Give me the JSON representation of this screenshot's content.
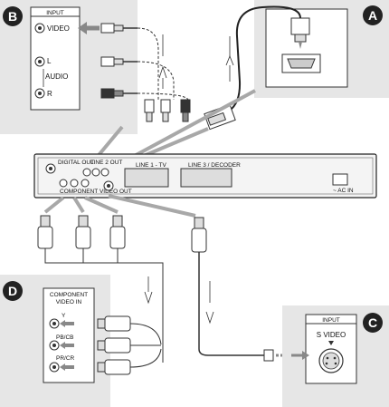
{
  "panels": {
    "A": {
      "letter": "A"
    },
    "B": {
      "letter": "B",
      "header": "INPUT",
      "video_label": "VIDEO",
      "l_label": "L",
      "audio_label": "AUDIO",
      "r_label": "R"
    },
    "C": {
      "letter": "C",
      "header": "INPUT",
      "svideo_label": "S VIDEO"
    },
    "D": {
      "letter": "D",
      "header_line1": "COMPONENT",
      "header_line2": "VIDEO IN",
      "y_label": "Y",
      "pb_label": "PB/CB",
      "pr_label": "PR/CR"
    }
  },
  "player": {
    "digital_out_label": "DIGITAL OUT",
    "line_out_label": "LINE 2 OUT",
    "line1_tv_label": "LINE 1 - TV",
    "line3_label": "LINE 3 / DECODER",
    "component_label": "COMPONENT VIDEO OUT",
    "ac_in_label": "~ AC IN"
  }
}
